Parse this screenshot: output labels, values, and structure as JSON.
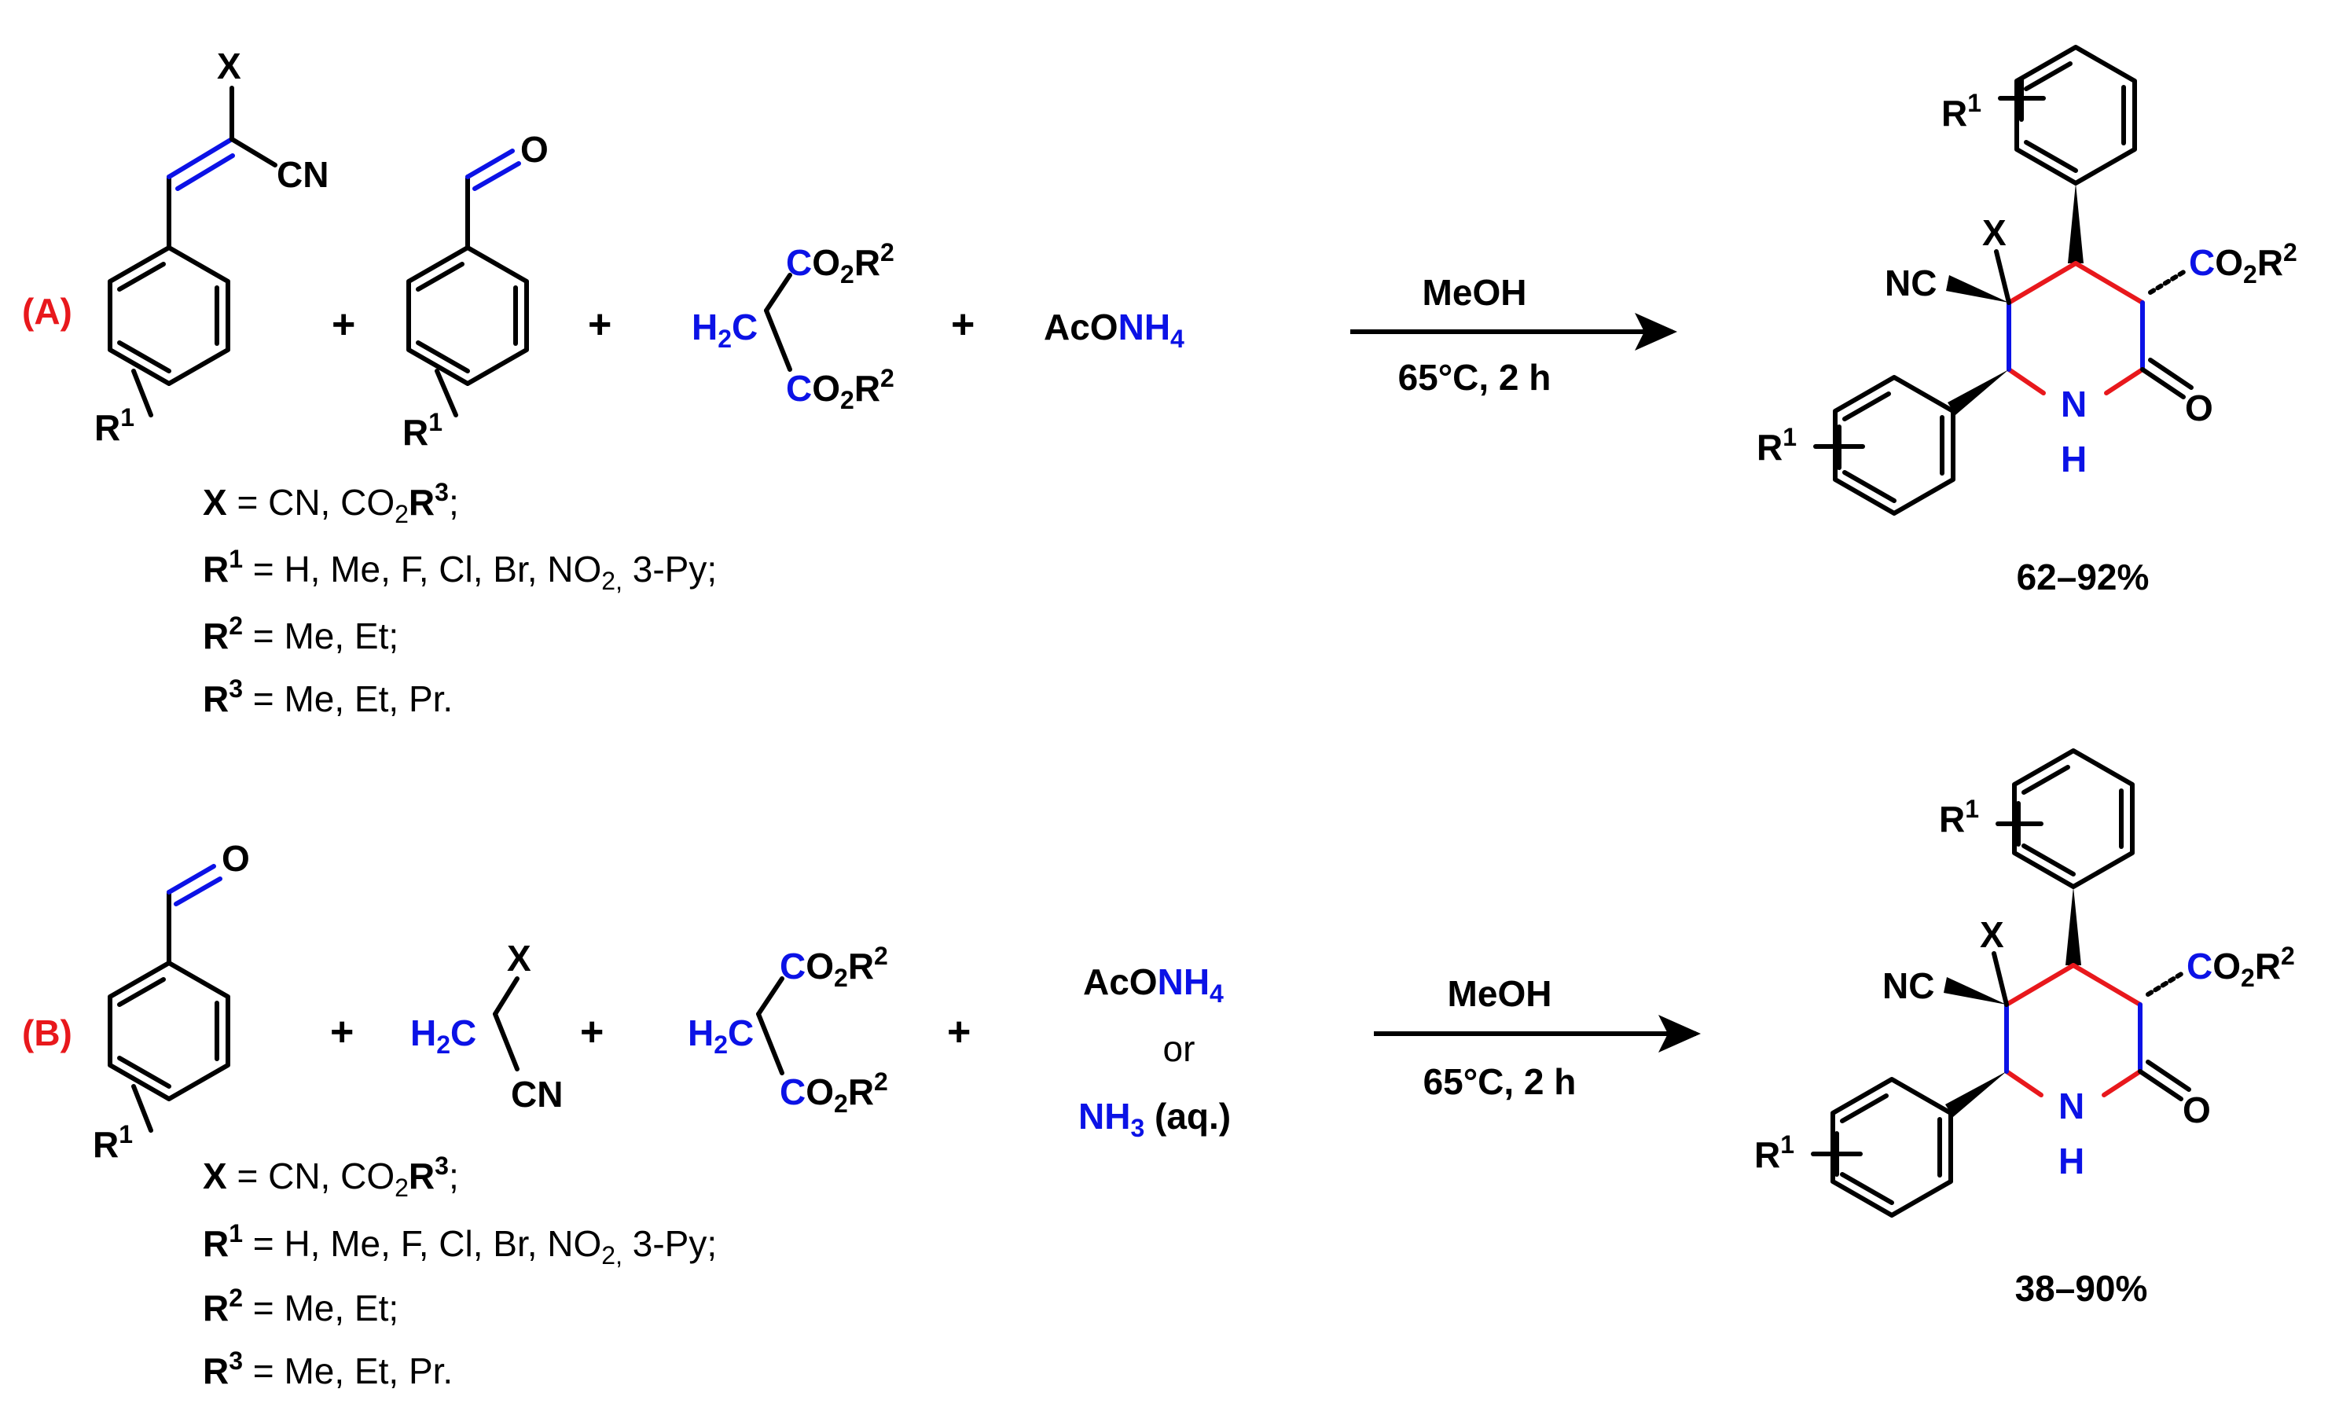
{
  "reaction_A": {
    "label": "(A)",
    "alkene": {
      "x": "X",
      "cn": "CN",
      "r1": "R",
      "r1_sup": "1"
    },
    "aldehyde": {
      "o": "O",
      "r1": "R",
      "r1_sup": "1"
    },
    "malonate": {
      "h2c": "H",
      "h2c_sub": "2",
      "c": "C",
      "co1": "C",
      "co1_o": "O",
      "co1_sub": "2",
      "co1_r": "R",
      "co1_sup": "2",
      "co2": "C",
      "co2_o": "O",
      "co2_sub": "2",
      "co2_r": "R",
      "co2_sup": "2"
    },
    "ammonia": {
      "aco": "AcO",
      "nh": "NH",
      "sub": "4"
    },
    "plus": "+",
    "conditions": {
      "solvent": "MeOH",
      "temp_time": "65°C, 2 h"
    },
    "product": {
      "x": "X",
      "nc": "NC",
      "co": "C",
      "co_o": "O",
      "co_sub": "2",
      "co_r": "R",
      "co_sup": "2",
      "n": "N",
      "h": "H",
      "o": "O",
      "r1a": "R",
      "r1a_sup": "1",
      "r1b": "R",
      "r1b_sup": "1"
    },
    "yield": "62–92%",
    "definitions": [
      {
        "var": "X",
        "sup": "",
        "pre": " = CN, CO",
        "sub": "2",
        "bold": "R",
        "bsup": "3",
        "tail": ";"
      },
      {
        "var": "R",
        "sup": "1",
        "pre": " = H, Me, F,  Cl, Br,  NO",
        "sub": "2,",
        "bold": "",
        "bsup": "",
        "tail": "  3-Py;"
      },
      {
        "var": "R",
        "sup": "2",
        "pre": " = Me, Et;",
        "sub": "",
        "bold": "",
        "bsup": "",
        "tail": ""
      },
      {
        "var": "R",
        "sup": "3",
        "pre": " = Me, Et, Pr.",
        "sub": "",
        "bold": "",
        "bsup": "",
        "tail": ""
      }
    ]
  },
  "reaction_B": {
    "label": "(B)",
    "aldehyde": {
      "o": "O",
      "r1": "R",
      "r1_sup": "1"
    },
    "nitrile": {
      "x": "X",
      "h2c": "H",
      "h2c_sub": "2",
      "c": "C",
      "cn": "CN"
    },
    "malonate": {
      "h2c": "H",
      "h2c_sub": "2",
      "c": "C",
      "co1": "C",
      "co1_o": "O",
      "co1_sub": "2",
      "co1_r": "R",
      "co1_sup": "2",
      "co2": "C",
      "co2_o": "O",
      "co2_sub": "2",
      "co2_r": "R",
      "co2_sup": "2"
    },
    "ammonia": {
      "aco": "AcO",
      "nh": "NH",
      "sub": "4",
      "or": "or",
      "nh3": "NH",
      "nh3_sub": "3",
      "aq": " (aq.)"
    },
    "plus": "+",
    "conditions": {
      "solvent": "MeOH",
      "temp_time": "65°C, 2 h"
    },
    "product": {
      "x": "X",
      "nc": "NC",
      "co": "C",
      "co_o": "O",
      "co_sub": "2",
      "co_r": "R",
      "co_sup": "2",
      "n": "N",
      "h": "H",
      "o": "O",
      "r1a": "R",
      "r1a_sup": "1",
      "r1b": "R",
      "r1b_sup": "1"
    },
    "yield": "38–90%",
    "definitions": [
      {
        "var": "X",
        "sup": "",
        "pre": " = CN, CO",
        "sub": "2",
        "bold": "R",
        "bsup": "3",
        "tail": ";"
      },
      {
        "var": "R",
        "sup": "1",
        "pre": " = H, Me, F,  Cl, Br,  NO",
        "sub": "2,",
        "bold": "",
        "bsup": "",
        "tail": "  3-Py;"
      },
      {
        "var": "R",
        "sup": "2",
        "pre": " = Me, Et;",
        "sub": "",
        "bold": "",
        "bsup": "",
        "tail": ""
      },
      {
        "var": "R",
        "sup": "3",
        "pre": " = Me, Et, Pr.",
        "sub": "",
        "bold": "",
        "bsup": "",
        "tail": ""
      }
    ]
  },
  "colors": {
    "ink": "#000000",
    "blue": "#0b12e6",
    "red": "#e8181c"
  }
}
